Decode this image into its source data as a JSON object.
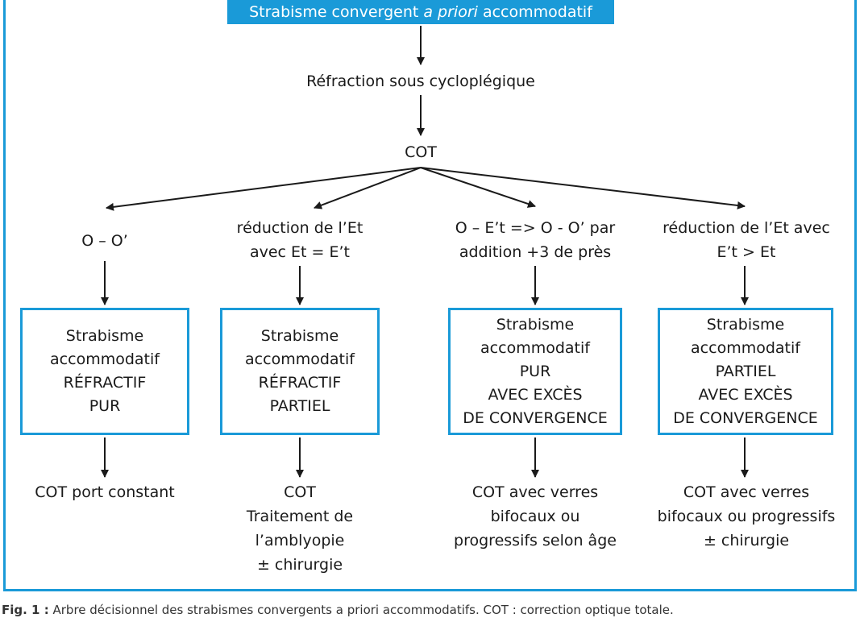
{
  "title": {
    "pre": "Strabisme convergent ",
    "italic": "a priori",
    "post": " accommodatif"
  },
  "step1": "Réfraction sous cycloplégique",
  "step2": "COT",
  "branches": [
    {
      "condition": [
        "O – O’"
      ],
      "diagnosis": [
        "Strabisme",
        "accommodatif",
        "RÉFRACTIF",
        "PUR"
      ],
      "treatment": [
        "COT port constant"
      ]
    },
    {
      "condition": [
        "réduction de l’Et",
        "avec Et = E’t"
      ],
      "diagnosis": [
        "Strabisme",
        "accommodatif",
        "RÉFRACTIF",
        "PARTIEL"
      ],
      "treatment": [
        "COT",
        "Traitement de",
        "l’amblyopie",
        "± chirurgie"
      ]
    },
    {
      "condition": [
        "O – E’t => O - O’ par",
        "addition +3 de près"
      ],
      "diagnosis": [
        "Strabisme",
        "accommodatif",
        "PUR",
        "AVEC EXCÈS",
        "DE CONVERGENCE"
      ],
      "treatment": [
        "COT avec verres",
        "bifocaux ou",
        "progressifs selon âge"
      ]
    },
    {
      "condition": [
        "réduction de l’Et avec",
        "E’t > Et"
      ],
      "diagnosis": [
        "Strabisme",
        "accommodatif",
        "PARTIEL",
        "AVEC EXCÈS",
        "DE CONVERGENCE"
      ],
      "treatment": [
        "COT avec verres",
        "bifocaux ou progressifs",
        "± chirurgie"
      ]
    }
  ],
  "caption": {
    "label": "Fig. 1 :",
    "text": "Arbre décisionnel des strabismes convergents a priori accommodatifs. COT : correction optique totale."
  },
  "colors": {
    "accent": "#1a9ad8",
    "text": "#1a1a1a"
  }
}
